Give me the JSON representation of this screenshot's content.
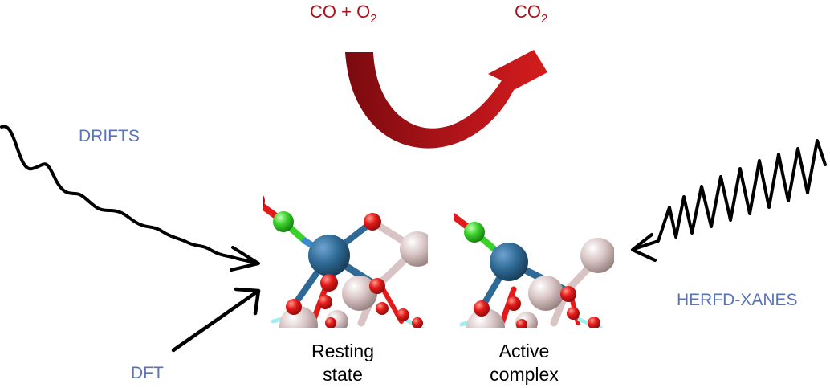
{
  "reaction": {
    "reactant_main": "CO + O",
    "reactant_sub": "2",
    "product_main": "CO",
    "product_sub": "2"
  },
  "techniques": {
    "drifts": "DRIFTS",
    "dft": "DFT",
    "herfd": "HERFD-XANES"
  },
  "structures": {
    "resting_line1": "Resting",
    "resting_line2": "state",
    "active_line1": "Active",
    "active_line2": "complex"
  },
  "colors": {
    "technique_text": "#5a73b8",
    "reaction_text": "#a8141b",
    "arrow_dark": "#7a0a0e",
    "arrow_light": "#d41c1c",
    "metal_atom": "#2f6a96",
    "oxygen_atom": "#e31a1a",
    "carbon_atom": "#3ad12a",
    "support_atom": "#d8c4c4",
    "bond_cyan": "#9ef0f0"
  }
}
